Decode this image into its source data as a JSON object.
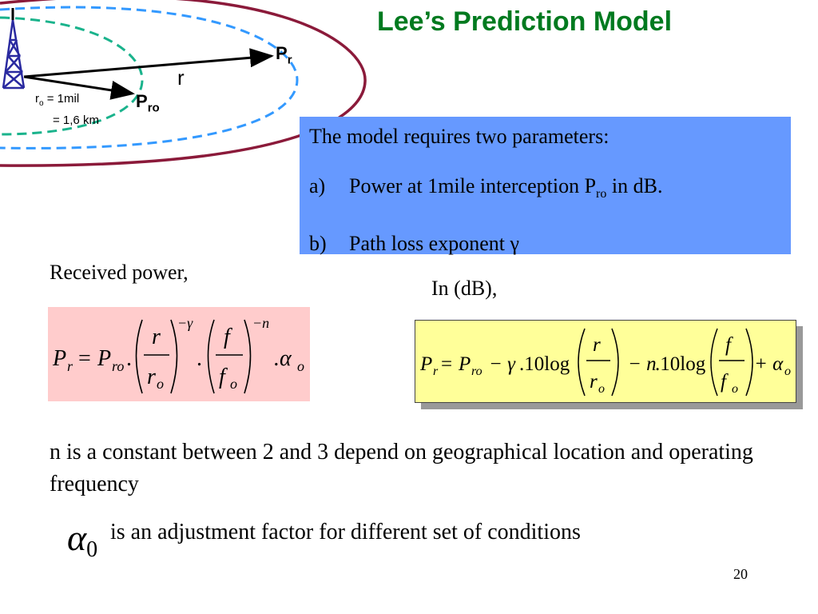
{
  "slide": {
    "title": "Lee’s Prediction Model",
    "page_number": "20"
  },
  "diagram": {
    "pr_main": "P",
    "pr_sub": "r",
    "r_label": "r",
    "pro_main": "P",
    "pro_sub": "ro",
    "ro_main": "r",
    "ro_sub": "o",
    "ro_value": " = 1mil",
    "ro_km": "= 1,6 km",
    "colors": {
      "outer_ellipse": "#8b1a3a",
      "dashed_blue": "#3399ff",
      "dashed_teal": "#1ab38c",
      "tower": "#2a2aa0"
    }
  },
  "params": {
    "intro": "The model requires two parameters:",
    "a_marker": "a)",
    "a_text": "Power at 1mile interception P",
    "a_sub": "ro",
    "a_tail": " in dB.",
    "b_marker": "b)",
    "b_text": "Path loss exponent γ",
    "bg_color": "#6699ff"
  },
  "labels": {
    "received_power": "Received power,",
    "in_db": "In (dB),"
  },
  "equation1": {
    "P": "P",
    "r": "r",
    "eq": "=",
    "ro": "ro",
    "dot": ".",
    "num1": "r",
    "den1": "r",
    "den1_sub": "o",
    "exp1": "−γ",
    "num2": "f",
    "den2": "f",
    "den2_sub": "o",
    "exp2": "−n",
    "alpha": ".α",
    "alpha_sub": "o",
    "bg_color": "#ffcccc"
  },
  "equation2": {
    "P": "P",
    "r": "r",
    "eq": "=",
    "ro": "ro",
    "minus_gamma": "− γ",
    "log1": ".10log",
    "num1": "r",
    "den1": "r",
    "den1_sub": "o",
    "minus_n": "− n",
    "log2": ".10log",
    "num2": "f",
    "den2": "f",
    "den2_sub": "o",
    "plus_alpha": "+ α",
    "alpha_sub": "o",
    "bg_color": "#ffff99"
  },
  "notes": {
    "n_text": "n is a constant between 2 and 3 depend on geographical location and operating frequency",
    "alpha_symbol": "α",
    "alpha_sub": "0",
    "alpha_text": "is an adjustment factor for different set of conditions"
  }
}
